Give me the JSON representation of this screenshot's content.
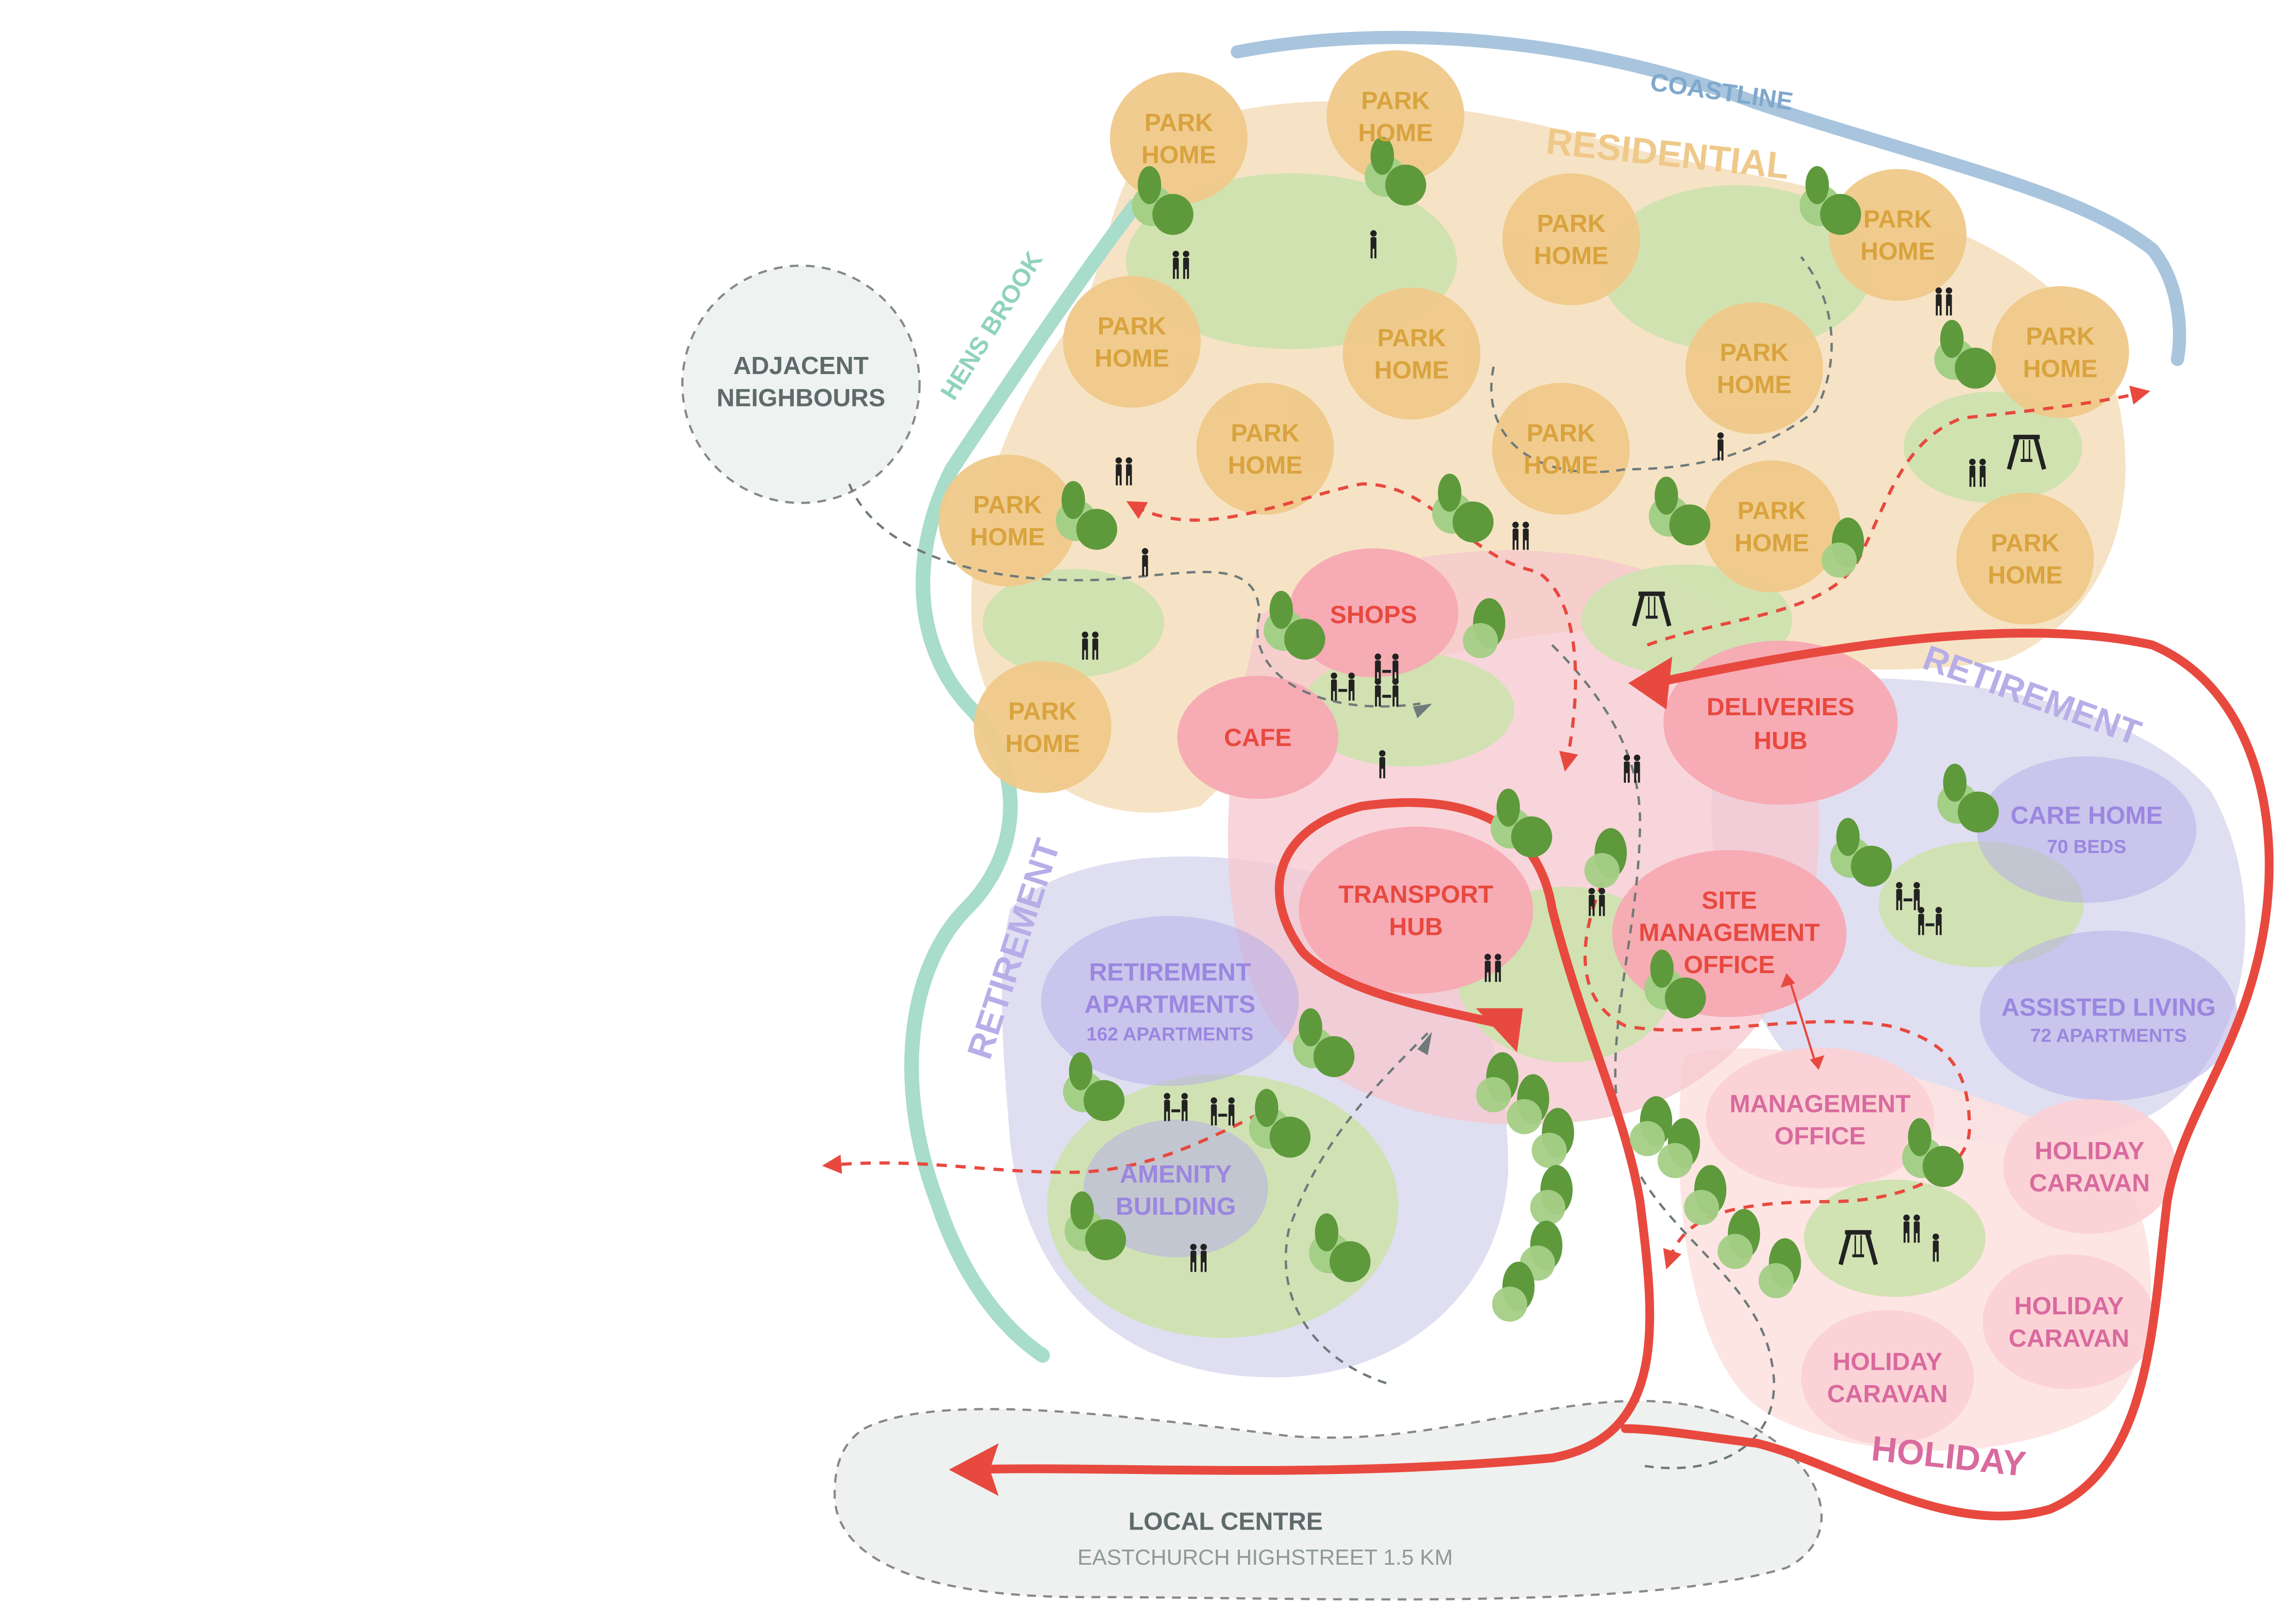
{
  "colors": {
    "residential": "#f3d9b2",
    "park_home": "#efc98a",
    "green": "#cfe1b0",
    "retirement": "#dcdcef",
    "retirement_label": "#b7aee8",
    "holiday": "#fde2e0",
    "commercial_pink": "#f7a9b3",
    "commercial_zone": "#f6c7cd",
    "red_route": "#e8493f",
    "coastline": "#a9c5de",
    "brook": "#a8dccb",
    "neutral_grey": "#e7ecea",
    "tree_dark": "#5e9a3c",
    "tree_light": "#a4cf86"
  },
  "labels": {
    "coastline": "COASTLINE",
    "hens_brook": "HENS BROOK",
    "residential": "RESIDENTIAL",
    "retirement_left": "RETIREMENT",
    "retirement_right": "RETIREMENT",
    "holiday": "HOLIDAY",
    "adjacent_1": "ADJACENT",
    "adjacent_2": "NEIGHBOURS",
    "local_centre": "LOCAL CENTRE",
    "local_centre_sub": "EASTCHURCH HIGHSTREET 1.5 KM"
  },
  "park_home": [
    "PARK",
    "HOME"
  ],
  "commercial": {
    "shops": "SHOPS",
    "cafe": "CAFE",
    "deliveries_1": "DELIVERIES",
    "deliveries_2": "HUB",
    "transport_1": "TRANSPORT",
    "transport_2": "HUB",
    "site_1": "SITE",
    "site_2": "MANAGEMENT",
    "site_3": "OFFICE"
  },
  "retirement": {
    "ret_apts_1": "RETIREMENT",
    "ret_apts_2": "APARTMENTS",
    "ret_apts_3": "162 APARTMENTS",
    "amenity_1": "AMENITY",
    "amenity_2": "BUILDING",
    "care_1": "CARE HOME",
    "care_2": "70 BEDS",
    "assisted_1": "ASSISTED LIVING",
    "assisted_2": "72 APARTMENTS"
  },
  "holiday": {
    "mgmt_1": "MANAGEMENT",
    "mgmt_2": "OFFICE",
    "caravan": [
      "HOLIDAY",
      "CARAVAN"
    ]
  }
}
